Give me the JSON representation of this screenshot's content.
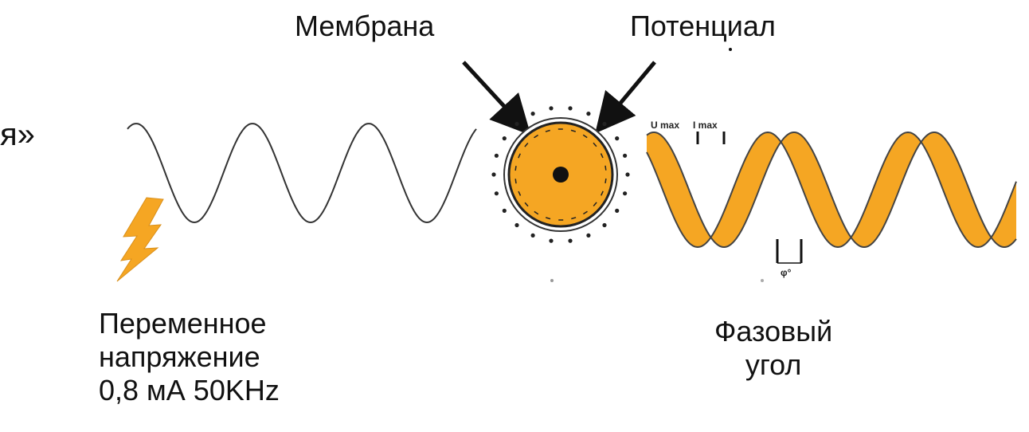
{
  "labels": {
    "membrane": "Мембрана",
    "potential": "Потенциал",
    "fragment": "я»",
    "voltage_line1": "Переменное",
    "voltage_line2": "напряжение",
    "voltage_line3": "0,8 мА 50KHz",
    "phase_line1": "Фазовый",
    "phase_line2": "угол"
  },
  "annotations": {
    "u_max": "U max",
    "i_max": "I max",
    "phi": "φ°"
  },
  "colors": {
    "accent": "#f5a623",
    "accent_dark": "#c7811a",
    "stroke": "#111111"
  },
  "icons": {
    "lightning": "lightning-bolt-icon",
    "arrow": "arrow-icon"
  }
}
